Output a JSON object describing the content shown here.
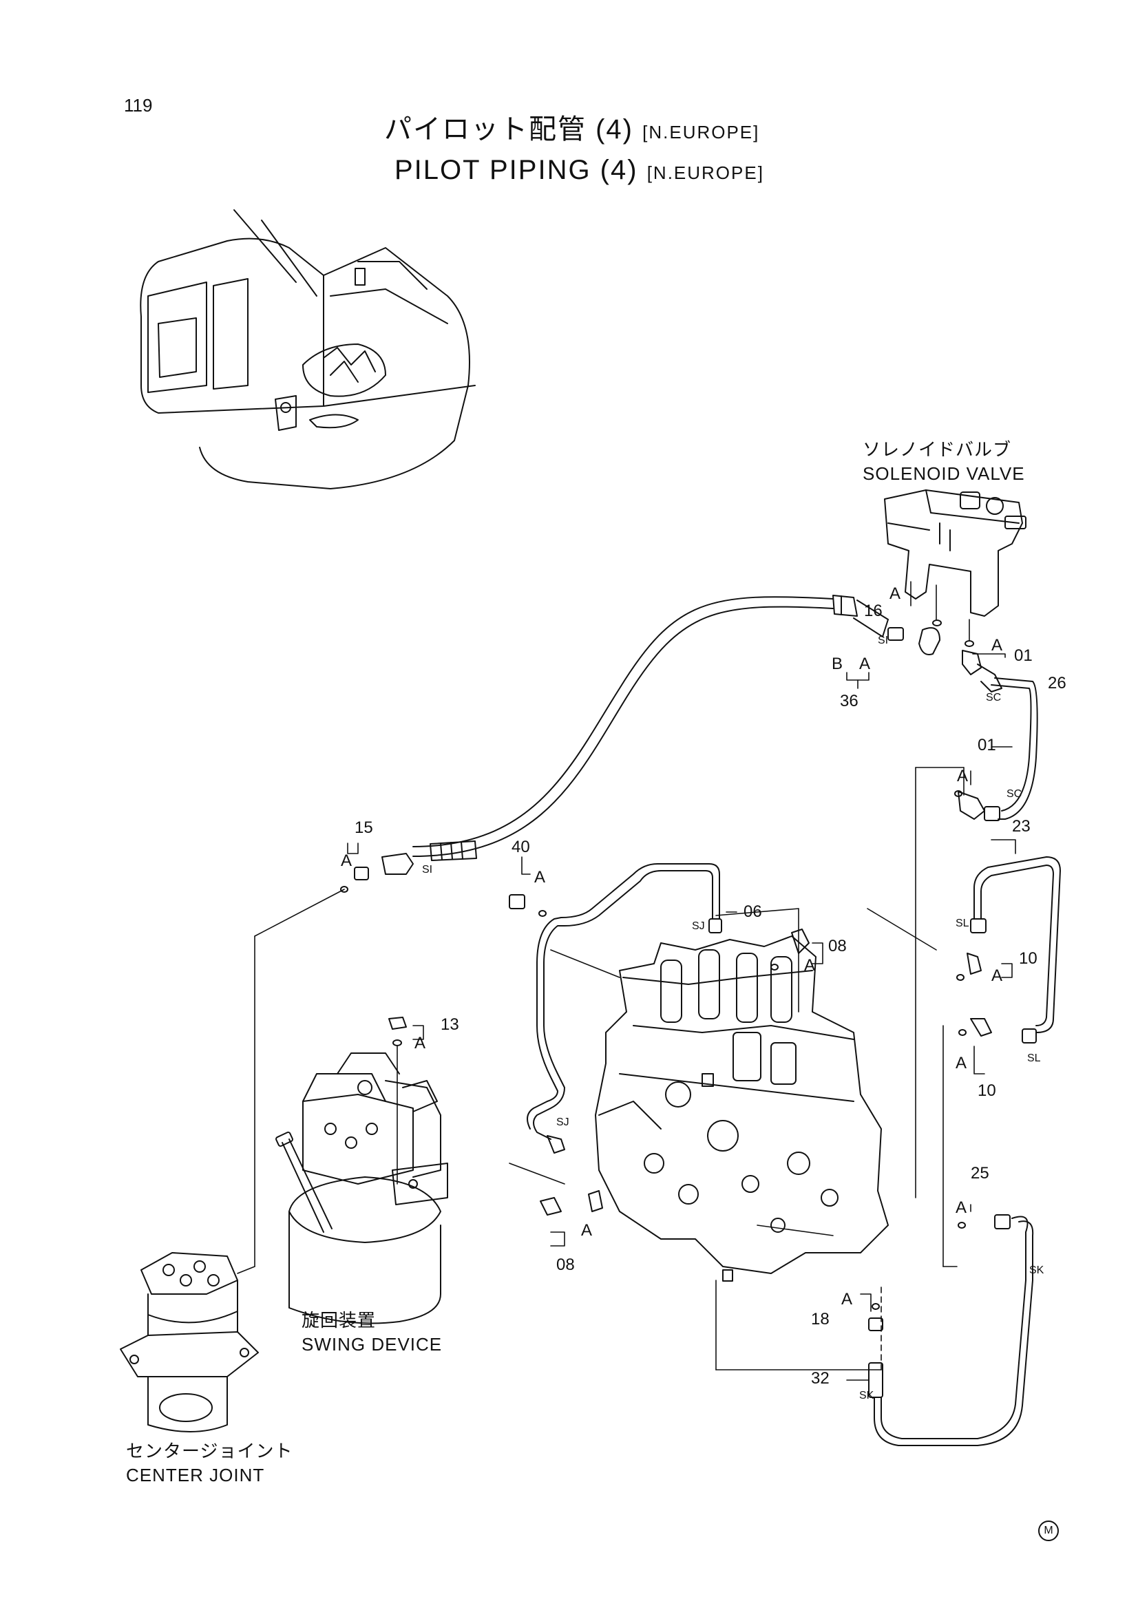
{
  "page": {
    "number": "119"
  },
  "title": {
    "jp_main": "パイロット配管 (4)",
    "jp_region": "[N.EUROPE]",
    "en_main": "PILOT PIPING (4)",
    "en_region": "[N.EUROPE]"
  },
  "components": {
    "solenoid_valve": {
      "jp": "ソレノイドバルブ",
      "en": "SOLENOID VALVE"
    },
    "swing_device": {
      "jp": "旋回装置",
      "en": "SWING DEVICE"
    },
    "center_joint": {
      "jp": "センタージョイント",
      "en": "CENTER JOINT"
    }
  },
  "callouts": {
    "n16": "16",
    "n01a": "01",
    "n26": "26",
    "n36": "36",
    "n01b": "01",
    "n23": "23",
    "n15": "15",
    "n40": "40",
    "n06": "06",
    "n08a": "08",
    "n10a": "10",
    "n10b": "10",
    "n13": "13",
    "n25": "25",
    "n08b": "08",
    "n18": "18",
    "n32": "32",
    "A": "A",
    "B": "B"
  },
  "port_labels": {
    "SI": "SI",
    "SC": "SC",
    "SJ": "SJ",
    "SL": "SL",
    "SK": "SK"
  },
  "footer_mark": "M"
}
